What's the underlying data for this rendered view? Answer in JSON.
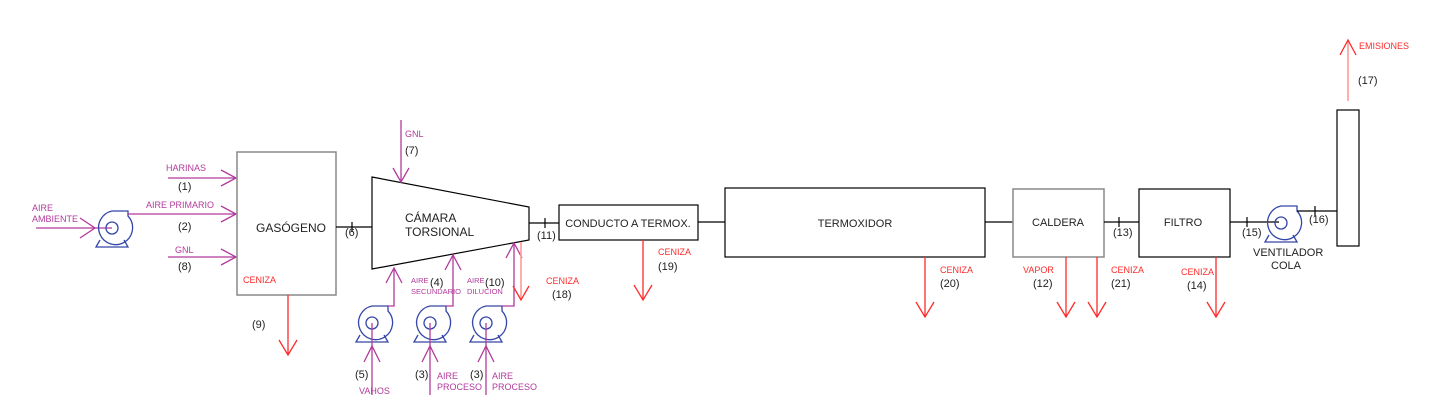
{
  "colors": {
    "material": "#b23a9c",
    "residue": "#ff2a2a",
    "equipment": "#3446a8"
  },
  "units": {
    "gasogeno": "GASÓGENO",
    "camara_1": "CÁMARA",
    "camara_2": "TORSIONAL",
    "conducto": "CONDUCTO A TERMOX.",
    "termoxidor": "TERMOXIDOR",
    "caldera": "CALDERA",
    "filtro": "FILTRO",
    "ventilador_1": "VENTILADOR",
    "ventilador_2": "COLA"
  },
  "inputs": {
    "aire_ambiente_1": "AIRE",
    "aire_ambiente_2": "AMBIENTE",
    "harinas": "HARINAS",
    "aire_primario": "AIRE PRIMARIO",
    "gnl_8": "GNL",
    "gnl_7": "GNL",
    "aire_sec_1": "AIRE",
    "aire_sec_2": "SECUNDARIO",
    "aire_dil_1": "AIRE",
    "aire_dil_2": "DILUCION",
    "vahos": "VAHOS",
    "aire_proc_a_1": "AIRE",
    "aire_proc_a_2": "PROCESO",
    "aire_proc_b_1": "AIRE",
    "aire_proc_b_2": "PROCESO"
  },
  "outputs": {
    "ceniza_9": "CENIZA",
    "ceniza_18": "CENIZA",
    "ceniza_19": "CENIZA",
    "ceniza_20": "CENIZA",
    "vapor_12": "VAPOR",
    "ceniza_21": "CENIZA",
    "ceniza_14": "CENIZA",
    "emisiones": "EMISIONES"
  },
  "streams": {
    "s1": "(1)",
    "s2": "(2)",
    "s3a": "(3)",
    "s3b": "(3)",
    "s4": "(4)",
    "s5": "(5)",
    "s6": "(6)",
    "s7": "(7)",
    "s8": "(8)",
    "s9": "(9)",
    "s10": "(10)",
    "s11": "(11)",
    "s12": "(12)",
    "s13": "(13)",
    "s14": "(14)",
    "s15": "(15)",
    "s16": "(16)",
    "s17": "(17)",
    "s18": "(18)",
    "s19": "(19)",
    "s20": "(20)",
    "s21": "(21)"
  }
}
